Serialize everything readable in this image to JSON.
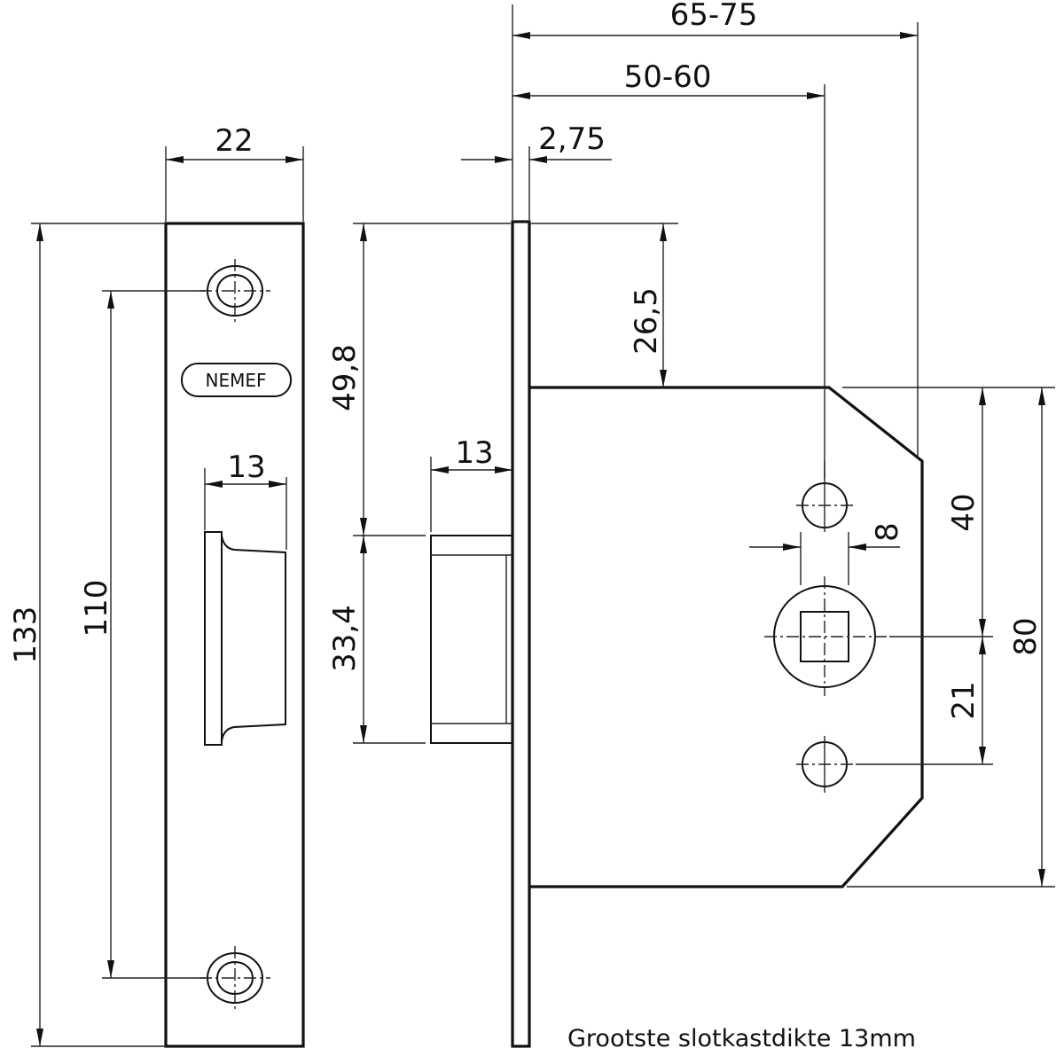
{
  "brand_logo": "NEMEF",
  "dimensions": {
    "overall_width": "65-75",
    "backset": "50-60",
    "faceplate_thickness": "2,75",
    "faceplate_width": "22",
    "faceplate_height": "133",
    "screw_spacing": "110",
    "latch_width_front": "13",
    "latch_width_side": "13",
    "top_to_latch": "49,8",
    "latch_height": "33,4",
    "top_to_case": "26,5",
    "spindle": "8",
    "case_top_to_spindle": "40",
    "spindle_to_hole": "21",
    "case_height": "80"
  },
  "caption": "Grootste slotkastdikte 13mm",
  "colors": {
    "line": "#111111",
    "background": "#ffffff"
  }
}
